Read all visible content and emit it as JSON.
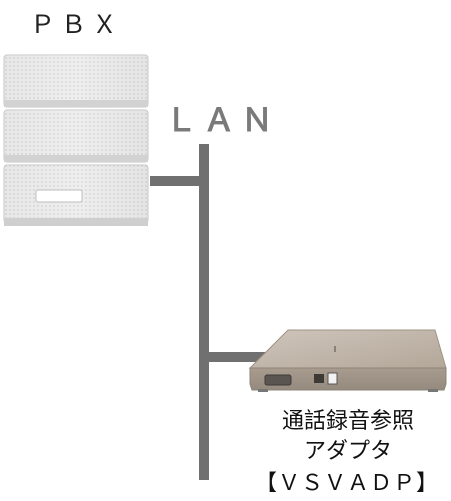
{
  "pbx": {
    "label": "ＰＢＸ"
  },
  "network": {
    "label": "ＬＡＮ"
  },
  "adapter": {
    "name_line1": "通話録音参照",
    "name_line2": "アダプタ",
    "name_line3": "【ＶＳＶＡＤＰ】"
  },
  "colors": {
    "lan_line": "#707070",
    "lan_label": "#7a7a7a",
    "pbx_body": "#e6e6e6",
    "adapter_body": "#b8aca0"
  }
}
